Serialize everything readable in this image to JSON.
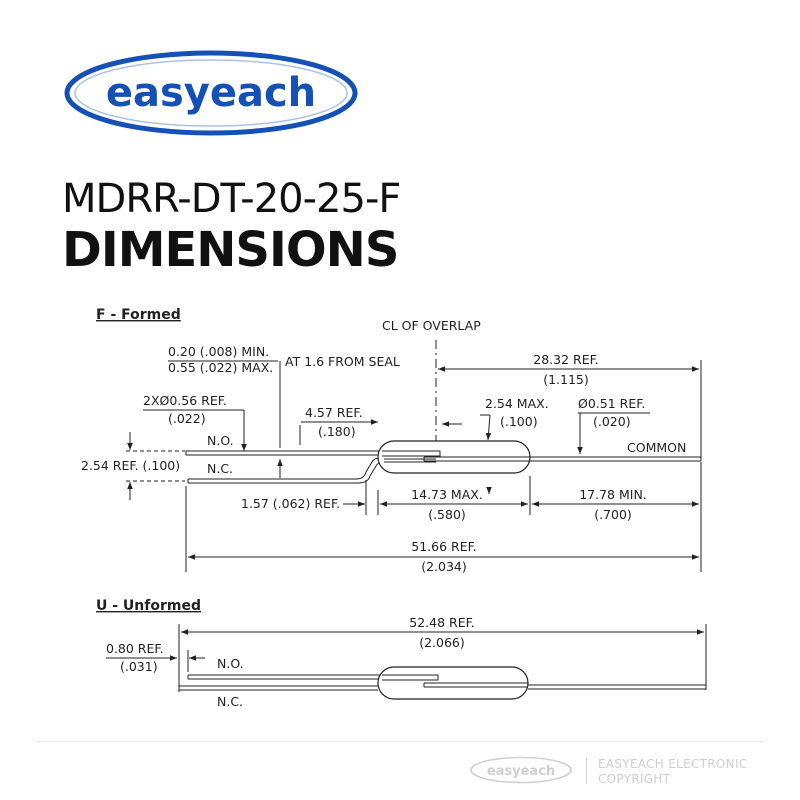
{
  "brand": {
    "logo_text": "easyeach",
    "color": "#1550b4"
  },
  "title": {
    "part_number": "MDRR-DT-20-25-F",
    "heading": "DIMENSIONS"
  },
  "formed": {
    "section_title": "F - Formed",
    "cl_overlap": "CL OF OVERLAP",
    "gap_min": "0.20 (.008) MIN.",
    "gap_max": "0.55 (.022) MAX.",
    "gap_note": "AT 1.6 FROM SEAL",
    "overall_right": "28.32 REF.",
    "overall_right_in": "(1.115)",
    "lead_dia": "2XØ0.56 REF.",
    "lead_dia_in": "(.022)",
    "form_len": "4.57 REF.",
    "form_len_in": "(.180)",
    "overlap_max": "2.54 MAX.",
    "overlap_max_in": "(.100)",
    "common_dia": "Ø0.51 REF.",
    "common_dia_in": "(.020)",
    "no_label": "N.O.",
    "nc_label": "N.C.",
    "common_label": "COMMON",
    "pitch": "2.54 REF. (.100)",
    "bend": "1.57 (.062) REF.",
    "glass_max": "14.73 MAX.",
    "glass_max_in": "(.580)",
    "lead_min": "17.78 MIN.",
    "lead_min_in": "(.700)",
    "overall": "51.66 REF.",
    "overall_in": "(2.034)"
  },
  "unformed": {
    "section_title": "U - Unformed",
    "overall": "52.48 REF.",
    "overall_in": "(2.066)",
    "offset": "0.80 REF.",
    "offset_in": "(.031)",
    "no_label": "N.O.",
    "nc_label": "N.C."
  },
  "footer": {
    "logo_text": "easyeach",
    "line1": "EASYEACH ELECTRONIC",
    "line2": "COPYRIGHT"
  }
}
